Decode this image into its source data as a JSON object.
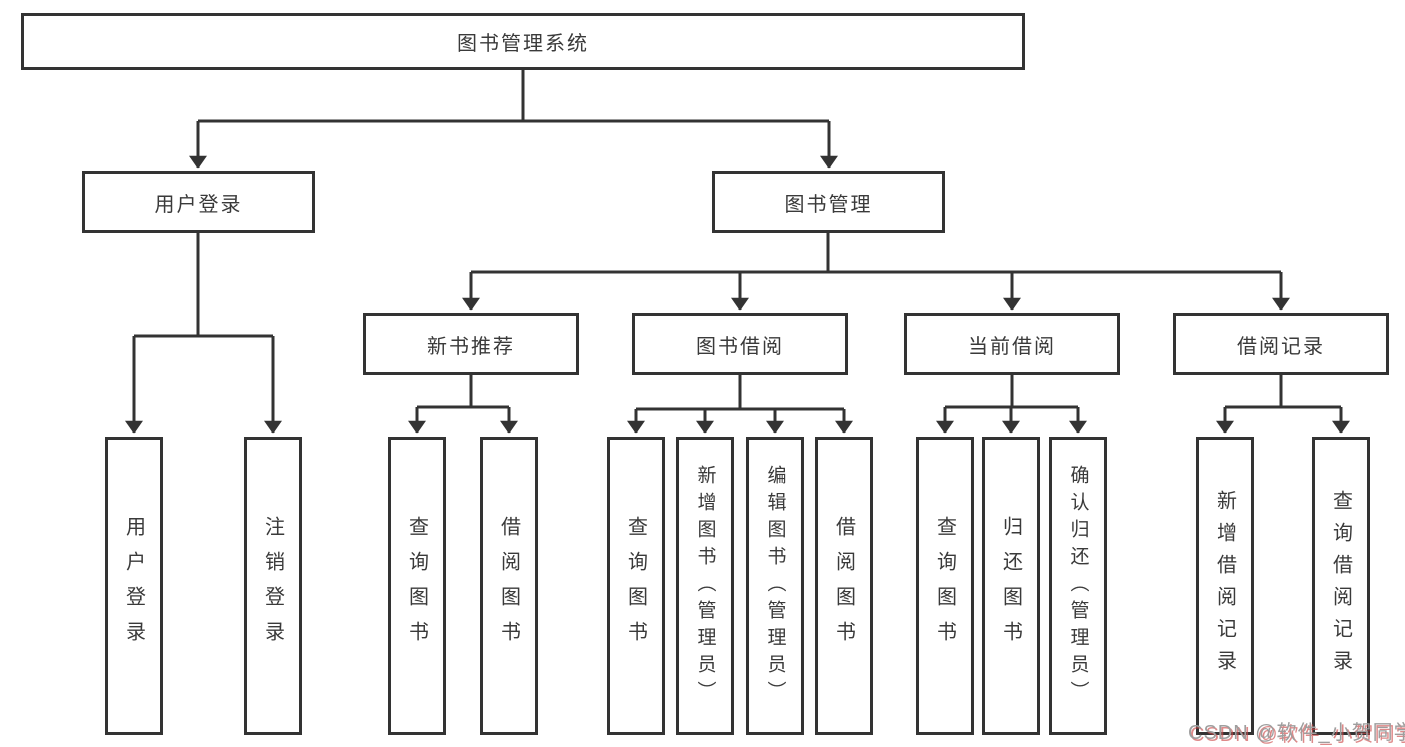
{
  "diagram": {
    "root": {
      "label": "图书管理系统"
    },
    "branches": [
      {
        "label": "用户登录",
        "children": [
          {
            "label": "用户登录"
          },
          {
            "label": "注销登录"
          }
        ]
      },
      {
        "label": "图书管理",
        "groups": [
          {
            "label": "新书推荐",
            "children": [
              {
                "label": "查询图书"
              },
              {
                "label": "借阅图书"
              }
            ]
          },
          {
            "label": "图书借阅",
            "children": [
              {
                "label": "查询图书"
              },
              {
                "label": "新增图书（管理员）"
              },
              {
                "label": "编辑图书（管理员）"
              },
              {
                "label": "借阅图书"
              }
            ]
          },
          {
            "label": "当前借阅",
            "children": [
              {
                "label": "查询图书"
              },
              {
                "label": "归还图书"
              },
              {
                "label": "确认归还（管理员）"
              }
            ]
          },
          {
            "label": "借阅记录",
            "children": [
              {
                "label": "新增借阅记录"
              },
              {
                "label": "查询借阅记录"
              }
            ]
          }
        ]
      }
    ]
  },
  "watermark": {
    "text": "CSDN @软件_小贺同学"
  },
  "colors": {
    "line": "#333333",
    "box_border": "#333333",
    "text": "#3a3a3a",
    "background": "#ffffff",
    "watermark_gray": "#9e9e9e",
    "watermark_red": "#cd4a4a"
  }
}
